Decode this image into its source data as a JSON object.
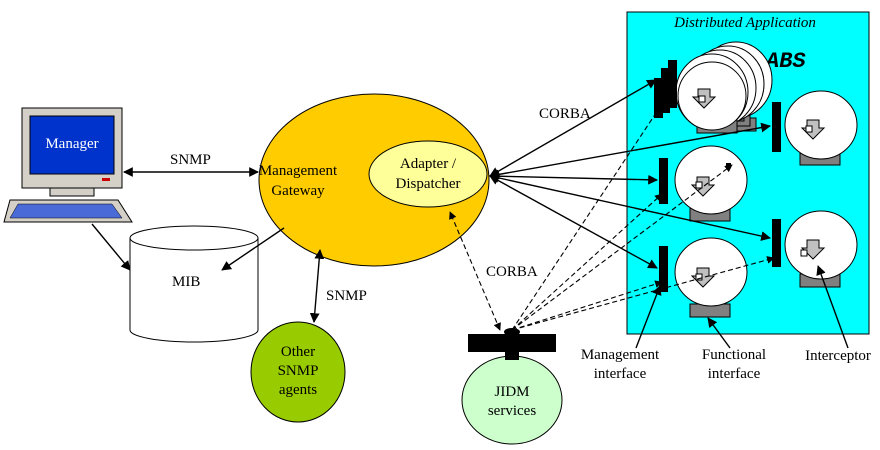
{
  "colors": {
    "app_area": "#00FFFF",
    "gateway": "#FFCC00",
    "dispatcher": "#FFFF99",
    "other_agents": "#99CC00",
    "jidm": "#CCFFCC",
    "manager_screen": "#0033CC"
  },
  "labels": {
    "app_title": "Distributed Application",
    "abs": "ABS",
    "manager": "Manager",
    "snmp_left": "SNMP",
    "gateway_line1": "Management",
    "gateway_line2": "Gateway",
    "dispatcher_line1": "Adapter /",
    "dispatcher_line2": "Dispatcher",
    "mib": "MIB",
    "snmp_bottom": "SNMP",
    "other_line1": "Other",
    "other_line2": "SNMP",
    "other_line3": "agents",
    "corba_top": "CORBA",
    "corba_mid": "CORBA",
    "jidm_line1": "JIDM",
    "jidm_line2": "services",
    "mgmt_if_line1": "Management",
    "mgmt_if_line2": "interface",
    "func_if_line1": "Functional",
    "func_if_line2": "interface",
    "interceptor": "Interceptor"
  }
}
